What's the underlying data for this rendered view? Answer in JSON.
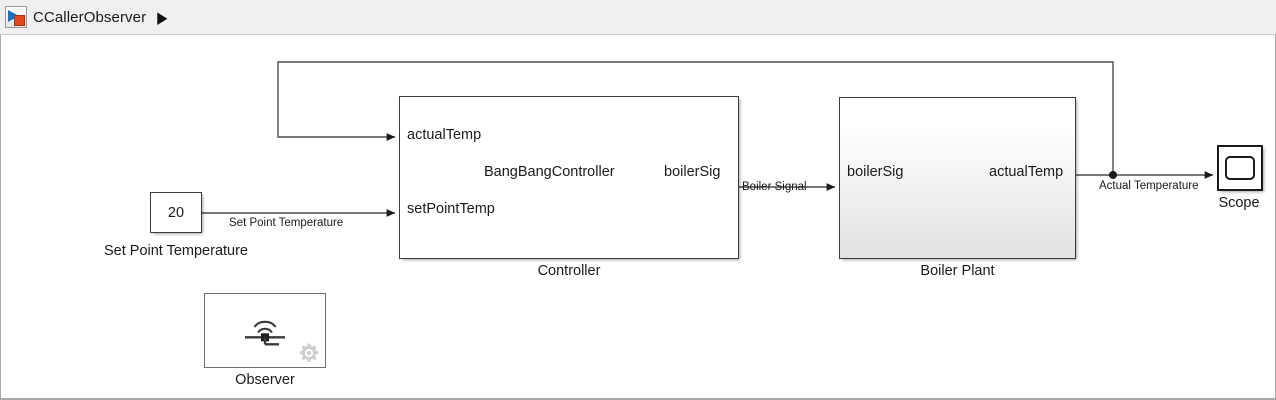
{
  "breadcrumb": {
    "icon": "simulink-model-icon",
    "title": "CCallerObserver",
    "arrow": "▶"
  },
  "canvas": {
    "blocks": [
      {
        "name": "controller",
        "label": "Controller",
        "inner_title": "BangBangController",
        "inports": [
          "actualTemp",
          "setPointTemp"
        ],
        "outports": [
          "boilerSig"
        ]
      },
      {
        "name": "boiler-plant",
        "label": "Boiler Plant",
        "inports": [
          "boilerSig"
        ],
        "outports": [
          "actualTemp"
        ]
      },
      {
        "name": "set-point-temperature",
        "label": "Set Point Temperature",
        "value": "20"
      },
      {
        "name": "observer",
        "label": "Observer",
        "icons": [
          "sensor-icon",
          "gear-icon"
        ]
      },
      {
        "name": "scope",
        "label": "Scope",
        "icons": [
          "scope-screen-icon"
        ]
      }
    ],
    "signals": [
      {
        "name": "set-point-temperature-signal",
        "label": "Set Point Temperature"
      },
      {
        "name": "boiler-signal",
        "label": "Boiler Signal"
      },
      {
        "name": "actual-temperature-signal",
        "label": "Actual Temperature"
      },
      {
        "name": "feedback-signal",
        "label": ""
      }
    ]
  },
  "colors": {
    "block_border": "#3d3d3d",
    "wire": "#4d4d4d",
    "canvas_bg": "#ffffff",
    "breadcrumb_bg": "#f0f0f0",
    "icon_blue": "#1f6fbf",
    "icon_red": "#e2491f",
    "observer_icon_gray": "#3a3a3a",
    "gear_gray": "#cfcfcf"
  }
}
